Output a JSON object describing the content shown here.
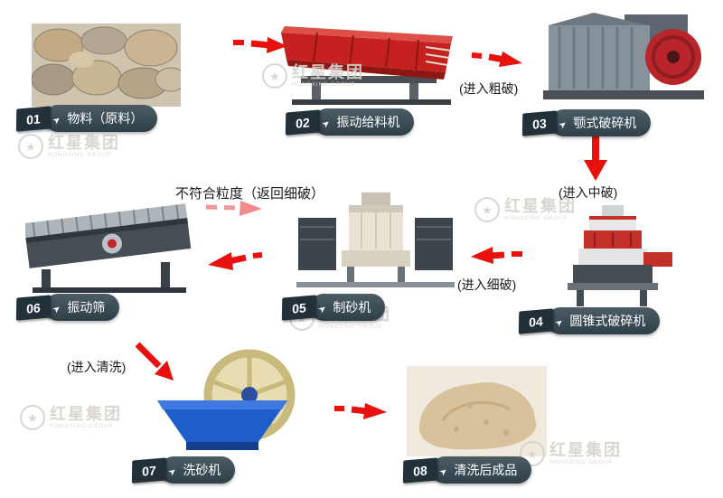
{
  "watermark": {
    "name": "红星集团",
    "subtitle": "HONGXING GROUP"
  },
  "colors": {
    "arrow_red": "#e8110d",
    "return_arrow_pink": "rgba(235,60,60,0.55)",
    "pill_bg_dark": "#2f3e47",
    "badge_bg": "#22303a",
    "label_text": "#ffffff"
  },
  "steps": [
    {
      "num": "01",
      "label": "物料（原料）"
    },
    {
      "num": "02",
      "label": "振动给料机"
    },
    {
      "num": "03",
      "label": "颚式破碎机"
    },
    {
      "num": "04",
      "label": "圆锥式破碎机"
    },
    {
      "num": "05",
      "label": "制砂机"
    },
    {
      "num": "06",
      "label": "振动筛"
    },
    {
      "num": "07",
      "label": "洗砂机"
    },
    {
      "num": "08",
      "label": "清洗后成品"
    }
  ],
  "annotations": {
    "to_coarse": "(进入粗破)",
    "to_medium": "(进入中破)",
    "to_fine": "(进入细破)",
    "return_fine": "不符合粒度（返回细破）",
    "to_wash": "(进入清洗)"
  }
}
